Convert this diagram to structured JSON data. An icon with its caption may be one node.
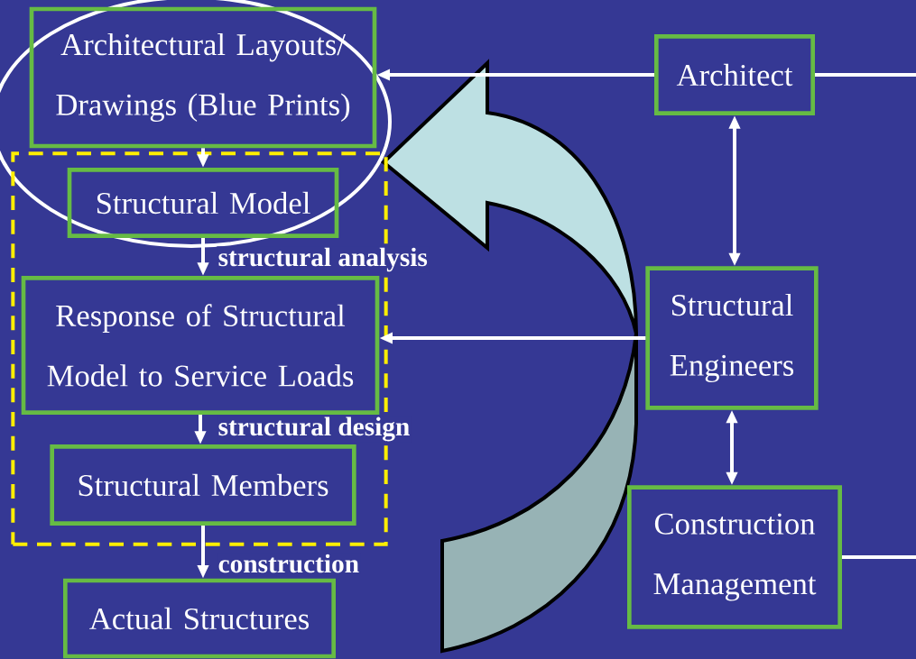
{
  "diagram": {
    "nodes": [
      {
        "text": [
          "Architectural Layouts/ Drawings (Blue Prints)"
        ]
      },
      {
        "text": [],
        "shape": "box"
      },
      {
        "text": [
          "Structural Model"
        ],
        "in": 1
      },
      {
        "text": [
          "Response of Structural Model to Service Loads"
        ],
        "in": 1
      },
      {
        "text": [
          "Structural Members"
        ],
        "in": 1
      },
      {
        "text": [
          "Actual Structures"
        ]
      },
      {
        "text": [
          "Architect"
        ]
      },
      {
        "text": [
          "Structural Engineers"
        ]
      },
      {
        "text": [
          "Construction Management"
        ]
      }
    ],
    "edges": [
      {
        "from": 6,
        "to": 0,
        "arrow": "to"
      },
      {
        "from": 0,
        "to": 2,
        "arrow": "to"
      },
      {
        "from": 2,
        "to": 3,
        "arrow": "to",
        "label": "structural analysis"
      },
      {
        "from": 3,
        "to": 4,
        "arrow": "to",
        "label": "structural design"
      },
      {
        "from": 4,
        "to": 5,
        "arrow": "to",
        "label": "construction"
      },
      {
        "from": 7,
        "to": 3,
        "arrow": "to"
      },
      {
        "from": 6,
        "to": 7,
        "arrow": "both"
      },
      {
        "from": 7,
        "to": 8,
        "arrow": "both"
      },
      {
        "from": 6,
        "to": null,
        "arrow": "none"
      },
      {
        "from": 8,
        "to": null,
        "arrow": "none"
      }
    ]
  }
}
